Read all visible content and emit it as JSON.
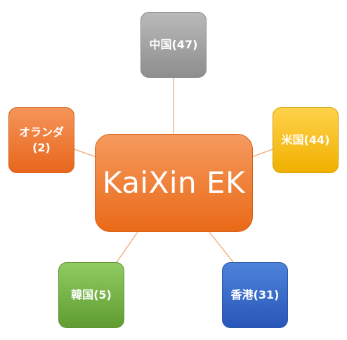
{
  "center": {
    "label": "KaiXin EK",
    "color": "#ee7b30"
  },
  "nodes": {
    "china": {
      "label": "中国(47)",
      "color": "#a5a5a5"
    },
    "usa": {
      "label": "米国(44)",
      "color": "#ffc000"
    },
    "hongkong": {
      "label": "香港(31)",
      "color": "#3a6cc9"
    },
    "korea": {
      "label": "韓国(5)",
      "color": "#70ad47"
    },
    "netherlands": {
      "line1": "オランダ",
      "line2": "(2)",
      "color": "#ee7b30"
    }
  },
  "connector_color": "#f0a470"
}
